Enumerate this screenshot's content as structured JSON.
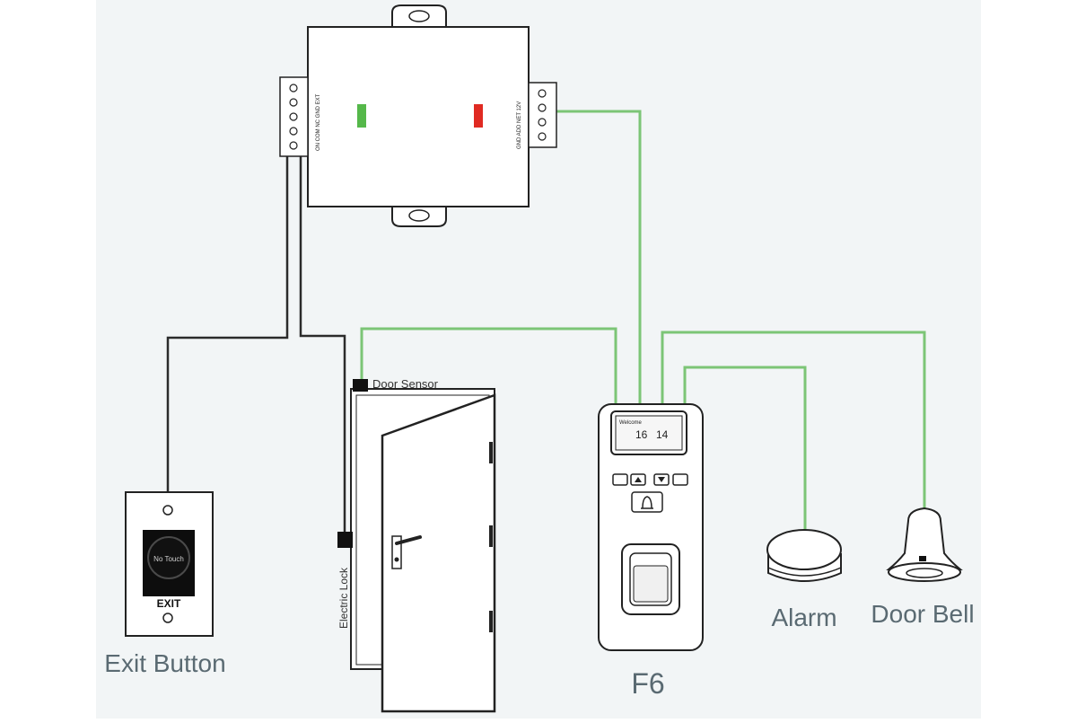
{
  "labels": {
    "exit_button": "Exit Button",
    "door_sensor": "Door Sensor",
    "electric_lock": "Electric Lock",
    "device": "F6",
    "alarm": "Alarm",
    "door_bell": "Door Bell"
  },
  "exit_plate": {
    "brand": "No Touch",
    "exit_text": "EXIT"
  },
  "power_box": {
    "left_terminal_text": "ON COM NC GND EXT",
    "right_terminal_text": "GND ADD NET 12V",
    "led_left_color": "#55b84a",
    "led_right_color": "#e02a22"
  },
  "device_screen": {
    "welcome": "Welcome",
    "time_left": "16",
    "time_right": "14"
  },
  "colors": {
    "panel_bg": "#f2f5f6",
    "wire_black": "#2b2b2b",
    "wire_green": "#7cc576",
    "label": "#5a6a72"
  }
}
